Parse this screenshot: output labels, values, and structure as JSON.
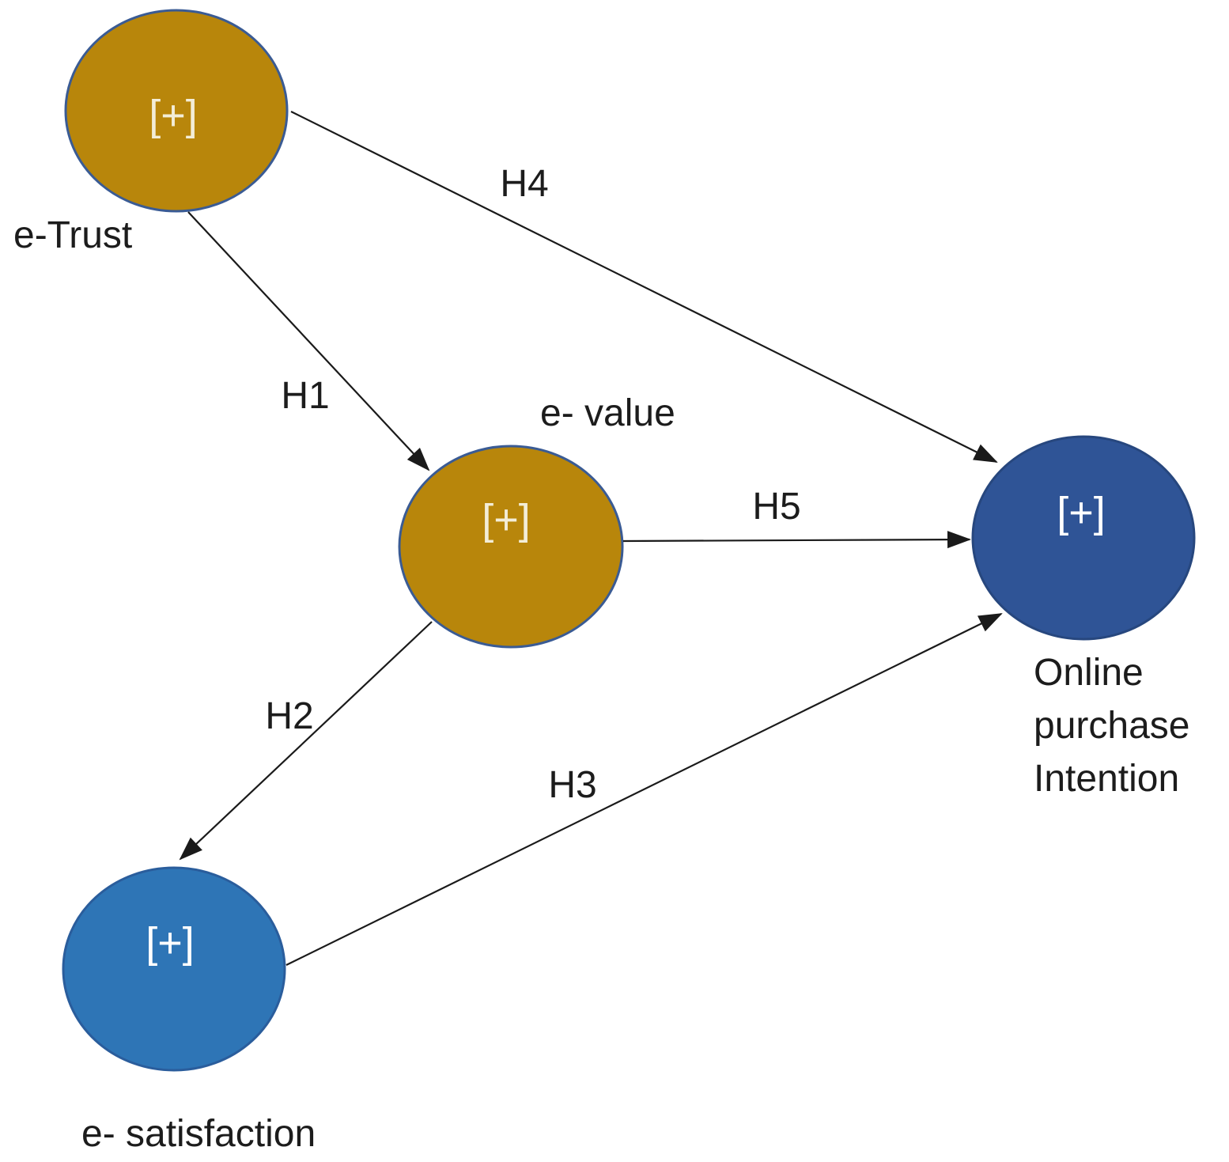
{
  "diagram": {
    "background": "#ffffff",
    "text_color": "#1c1c1c",
    "edge_color": "#1a1a1a",
    "nodes": [
      {
        "id": "e-trust",
        "label": "e-Trust",
        "sign": "[+]",
        "fill": "#B8860B",
        "stroke": "#3A5B94",
        "sign_color": "#F3EDD7"
      },
      {
        "id": "e-value",
        "label": "e- value",
        "sign": "[+]",
        "fill": "#B8860B",
        "stroke": "#3A5B94",
        "sign_color": "#F3EDD7"
      },
      {
        "id": "e-satisfaction",
        "label": "e- satisfaction",
        "sign": "[+]",
        "fill": "#2E75B6",
        "stroke": "#2A5D9C",
        "sign_color": "#FFFFFF"
      },
      {
        "id": "online-purchase-intention",
        "label": "Online purchase Intention",
        "label_lines": [
          "Online",
          "purchase",
          "Intention"
        ],
        "sign": "[+]",
        "fill": "#2F5496",
        "stroke": "#27477E",
        "sign_color": "#FFFFFF"
      }
    ],
    "edges": [
      {
        "id": "h1",
        "label": "H1",
        "from": "e-trust",
        "to": "e-value"
      },
      {
        "id": "h2",
        "label": "H2",
        "from": "e-value",
        "to": "e-satisfaction"
      },
      {
        "id": "h3",
        "label": "H3",
        "from": "e-satisfaction",
        "to": "online-purchase-intention"
      },
      {
        "id": "h4",
        "label": "H4",
        "from": "e-trust",
        "to": "online-purchase-intention"
      },
      {
        "id": "h5",
        "label": "H5",
        "from": "e-value",
        "to": "online-purchase-intention"
      }
    ]
  }
}
